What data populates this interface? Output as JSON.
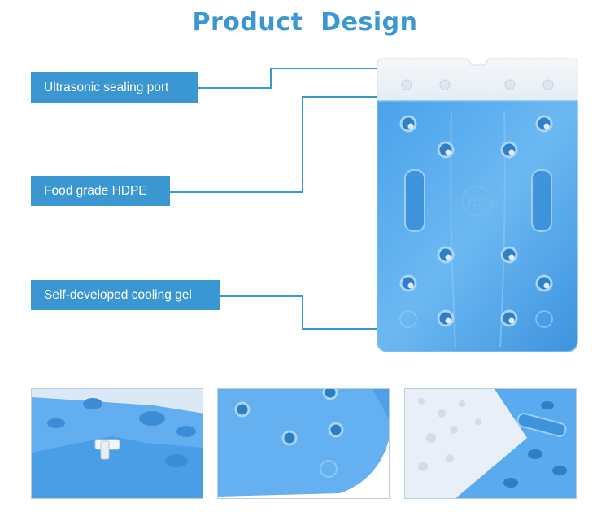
{
  "heading": {
    "title": "Product  Design"
  },
  "callouts": [
    {
      "label": "Ultrasonic sealing port"
    },
    {
      "label": "Food grade HDPE"
    },
    {
      "label": "Self-developed cooling gel"
    }
  ],
  "product": {
    "emblem_text": "HZ"
  },
  "thumbnails": [
    {
      "view": "close-up-of-sealing-port"
    },
    {
      "view": "close-up-of-corner"
    },
    {
      "view": "angled-view-of-surface"
    }
  ],
  "colors": {
    "accent": "#3a97d2",
    "gel_blue": "#55a9ec",
    "cap_white": "#f1f4f8",
    "line": "#3a97d2"
  }
}
